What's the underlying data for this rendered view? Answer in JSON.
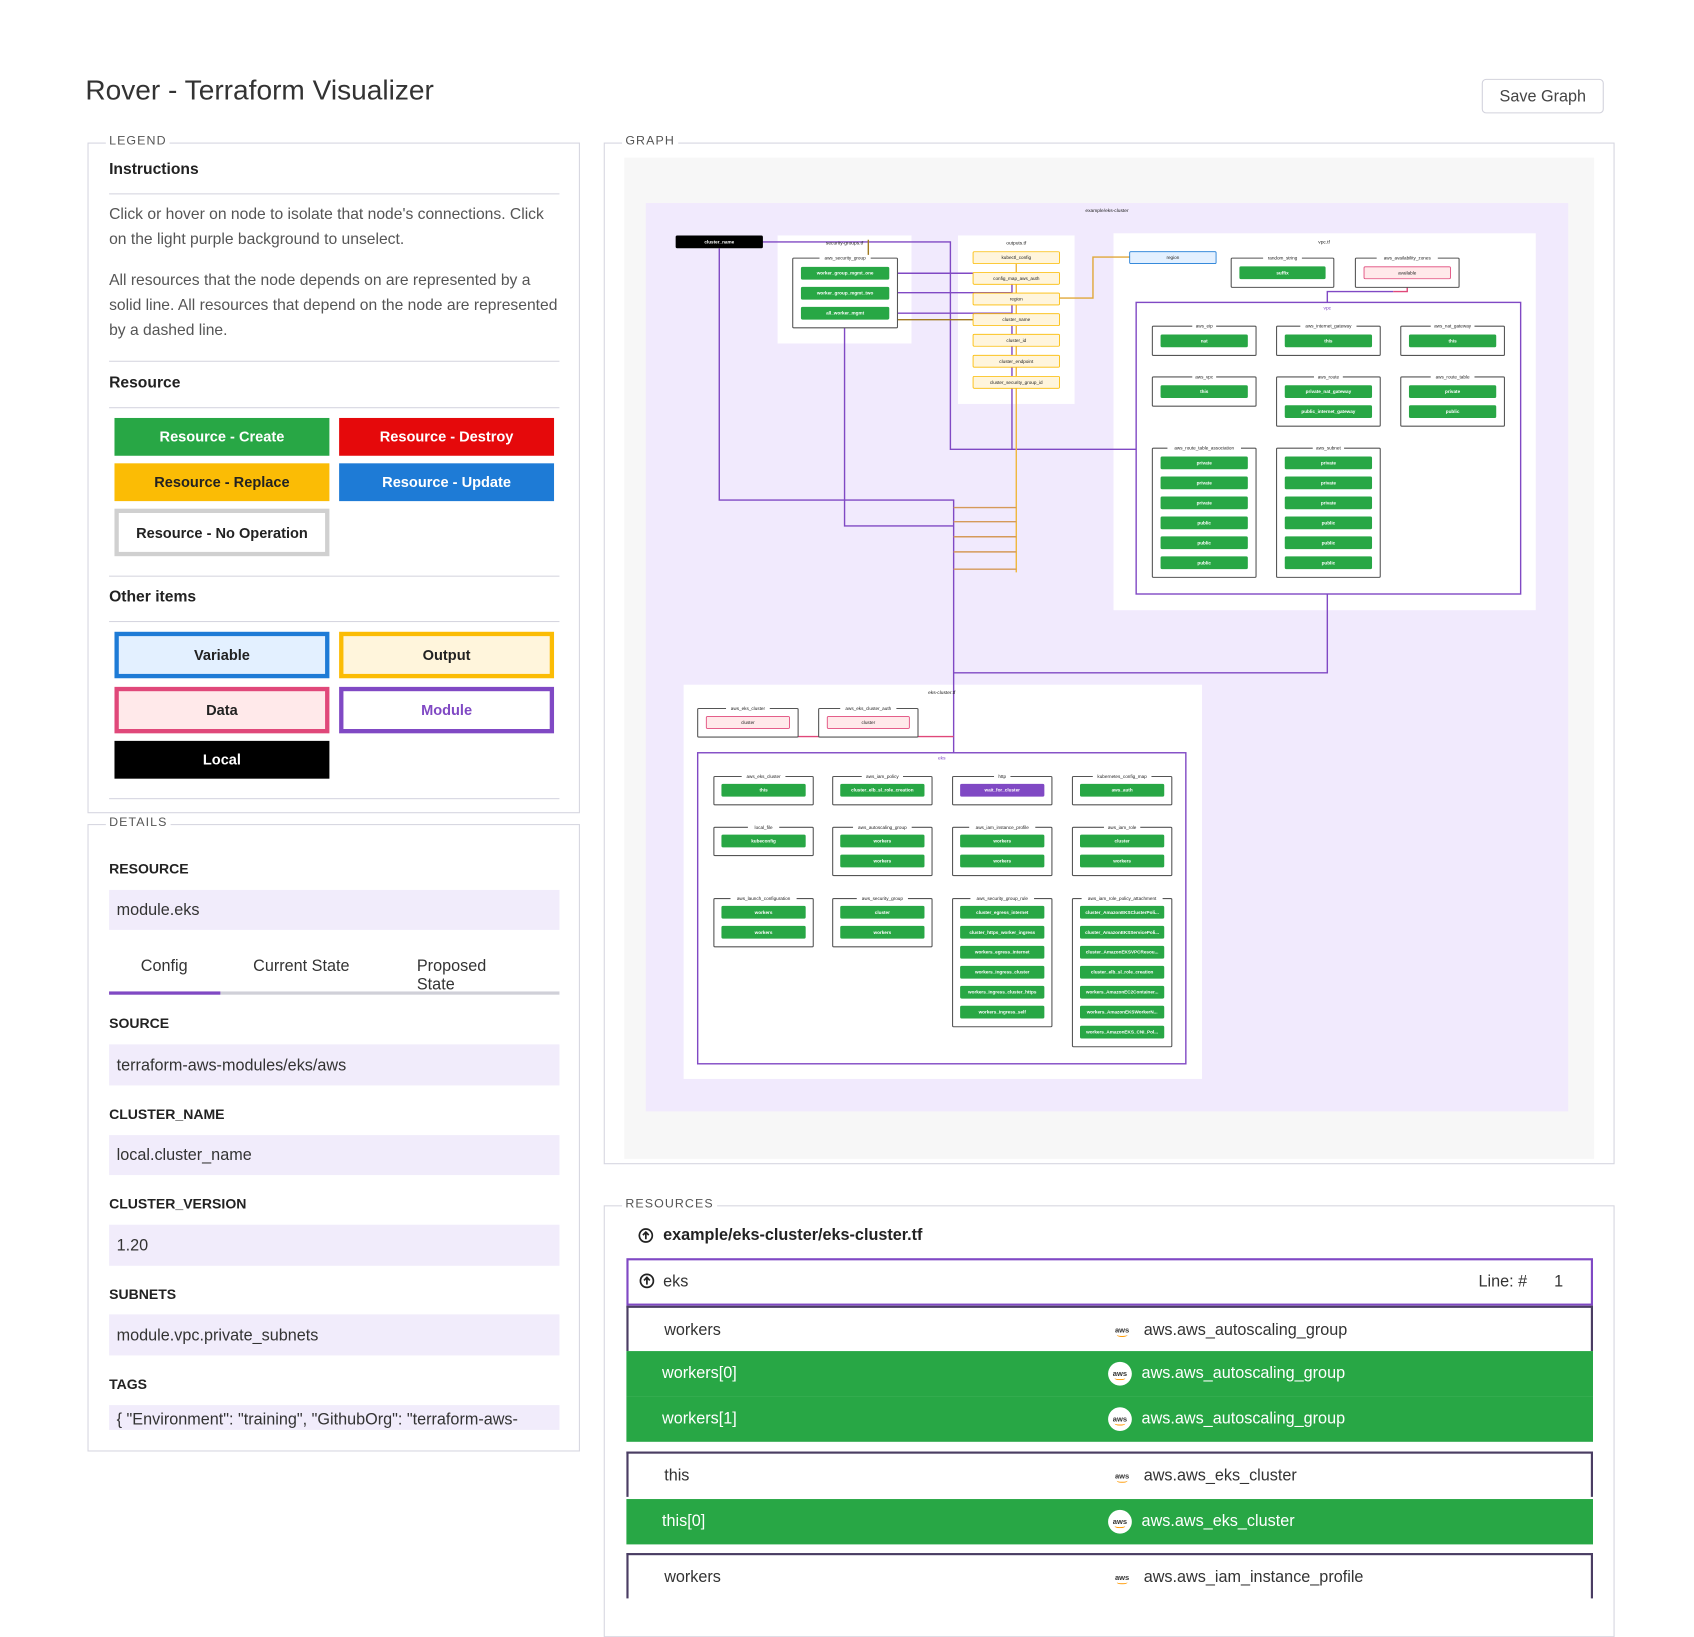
{
  "app": {
    "title": "Rover - Terraform Visualizer",
    "save_label": "Save Graph"
  },
  "legend": {
    "label": "LEGEND",
    "instructions_title": "Instructions",
    "instructions_p1": "Click or hover on node to isolate that node's connections. Click on the light purple background to unselect.",
    "instructions_p2": "All resources that the node depends on are represented by a solid line. All resources that depend on the node are represented by a dashed line.",
    "resource_title": "Resource",
    "resource_items": [
      "Resource - Create",
      "Resource - Destroy",
      "Resource - Replace",
      "Resource - Update",
      "Resource - No Operation"
    ],
    "other_title": "Other items",
    "other_items": [
      "Variable",
      "Output",
      "Data",
      "Module",
      "Local"
    ]
  },
  "colors": {
    "create": "#28a745",
    "destroy": "#e5090b",
    "replace": "#fbbc05",
    "update": "#1e7bd6",
    "module": "#8049c4",
    "data": "#e0487a",
    "selected_field_bg": "#f1ecfb"
  },
  "details": {
    "label": "DETAILS",
    "resource_label": "RESOURCE",
    "resource_value": "module.eks",
    "tabs": [
      "Config",
      "Current State",
      "Proposed State"
    ],
    "active_tab": "Config",
    "fields": [
      {
        "label": "SOURCE",
        "value": "terraform-aws-modules/eks/aws"
      },
      {
        "label": "CLUSTER_NAME",
        "value": "local.cluster_name"
      },
      {
        "label": "CLUSTER_VERSION",
        "value": "1.20"
      },
      {
        "label": "SUBNETS",
        "value": "module.vpc.private_subnets"
      },
      {
        "label": "TAGS",
        "value": "{ \"Environment\": \"training\", \"GithubOrg\": \"terraform-aws-"
      }
    ]
  },
  "graph": {
    "label": "GRAPH",
    "title": "example/eks-cluster",
    "local": "cluster_name",
    "security_file": {
      "name": "security-groups.tf",
      "group": {
        "type": "aws_security_group",
        "items": [
          "worker_group_mgmt_one",
          "worker_group_mgmt_two",
          "all_worker_mgmt"
        ]
      }
    },
    "outputs_file": {
      "name": "outputs.tf",
      "outputs": [
        "kubectl_config",
        "config_map_aws_auth",
        "region",
        "cluster_name",
        "cluster_id",
        "cluster_endpoint",
        "cluster_security_group_id"
      ]
    },
    "vpc_file": {
      "name": "vpc.tf",
      "variable": "region",
      "random": {
        "type": "random_string",
        "items": [
          "suffix"
        ]
      },
      "data": {
        "type": "aws_availability_zones",
        "items": [
          "available"
        ]
      },
      "module": {
        "name": "vpc",
        "groups": [
          {
            "type": "aws_eip",
            "items": [
              "nat"
            ]
          },
          {
            "type": "aws_internet_gateway",
            "items": [
              "this"
            ]
          },
          {
            "type": "aws_nat_gateway",
            "items": [
              "this"
            ]
          },
          {
            "type": "aws_vpc",
            "items": [
              "this"
            ]
          },
          {
            "type": "aws_route",
            "items": [
              "private_nat_gateway",
              "public_internet_gateway"
            ]
          },
          {
            "type": "aws_route_table",
            "items": [
              "private",
              "public"
            ]
          },
          {
            "type": "aws_route_table_association",
            "items": [
              "private",
              "private",
              "private",
              "public",
              "public",
              "public"
            ]
          },
          {
            "type": "aws_subnet",
            "items": [
              "private",
              "private",
              "private",
              "public",
              "public",
              "public"
            ]
          }
        ]
      }
    },
    "eks_file": {
      "name": "eks-cluster.tf",
      "data": [
        {
          "type": "aws_eks_cluster",
          "items": [
            "cluster"
          ]
        },
        {
          "type": "aws_eks_cluster_auth",
          "items": [
            "cluster"
          ]
        }
      ],
      "module": {
        "name": "eks",
        "groups": [
          {
            "type": "aws_eks_cluster",
            "items": [
              "this"
            ]
          },
          {
            "type": "aws_iam_policy",
            "items": [
              "cluster_elb_sl_role_creation"
            ]
          },
          {
            "type": "http",
            "items": [
              "wait_for_cluster"
            ],
            "kind": "module"
          },
          {
            "type": "kubernetes_config_map",
            "items": [
              "aws_auth"
            ]
          },
          {
            "type": "local_file",
            "items": [
              "kubeconfig"
            ]
          },
          {
            "type": "aws_autoscaling_group",
            "items": [
              "workers",
              "workers"
            ]
          },
          {
            "type": "aws_iam_instance_profile",
            "items": [
              "workers",
              "workers"
            ]
          },
          {
            "type": "aws_iam_role",
            "items": [
              "cluster",
              "workers"
            ]
          },
          {
            "type": "aws_launch_configuration",
            "items": [
              "workers",
              "workers"
            ]
          },
          {
            "type": "aws_security_group",
            "items": [
              "cluster",
              "workers"
            ]
          },
          {
            "type": "aws_security_group_rule",
            "items": [
              "cluster_egress_internet",
              "cluster_https_worker_ingress",
              "workers_egress_internet",
              "workers_ingress_cluster",
              "workers_ingress_cluster_https",
              "workers_ingress_self"
            ]
          },
          {
            "type": "aws_iam_role_policy_attachment",
            "items": [
              "cluster_AmazonEKSClusterPoli...",
              "cluster_AmazonEKSServicePoli...",
              "cluster_AmazonEKSVPCResou...",
              "cluster_elb_sl_role_creation",
              "workers_AmazonEC2Container...",
              "workers_AmazonEKSWorkerN...",
              "workers_AmazonEKS_CNI_Pol..."
            ]
          }
        ]
      }
    }
  },
  "resources": {
    "label": "RESOURCES",
    "file": "example/eks-cluster/eks-cluster.tf",
    "module": {
      "name": "eks",
      "line_label": "Line: #",
      "line": "1"
    },
    "aws_icon_text": "aws",
    "rows": [
      {
        "name": "workers",
        "type": "aws.aws_autoscaling_group",
        "style": "white"
      },
      {
        "name": "workers[0]",
        "type": "aws.aws_autoscaling_group",
        "style": "green"
      },
      {
        "name": "workers[1]",
        "type": "aws.aws_autoscaling_group",
        "style": "green"
      },
      {
        "name": "this",
        "type": "aws.aws_eks_cluster",
        "style": "white"
      },
      {
        "name": "this[0]",
        "type": "aws.aws_eks_cluster",
        "style": "green"
      },
      {
        "name": "workers",
        "type": "aws.aws_iam_instance_profile",
        "style": "white"
      }
    ]
  }
}
